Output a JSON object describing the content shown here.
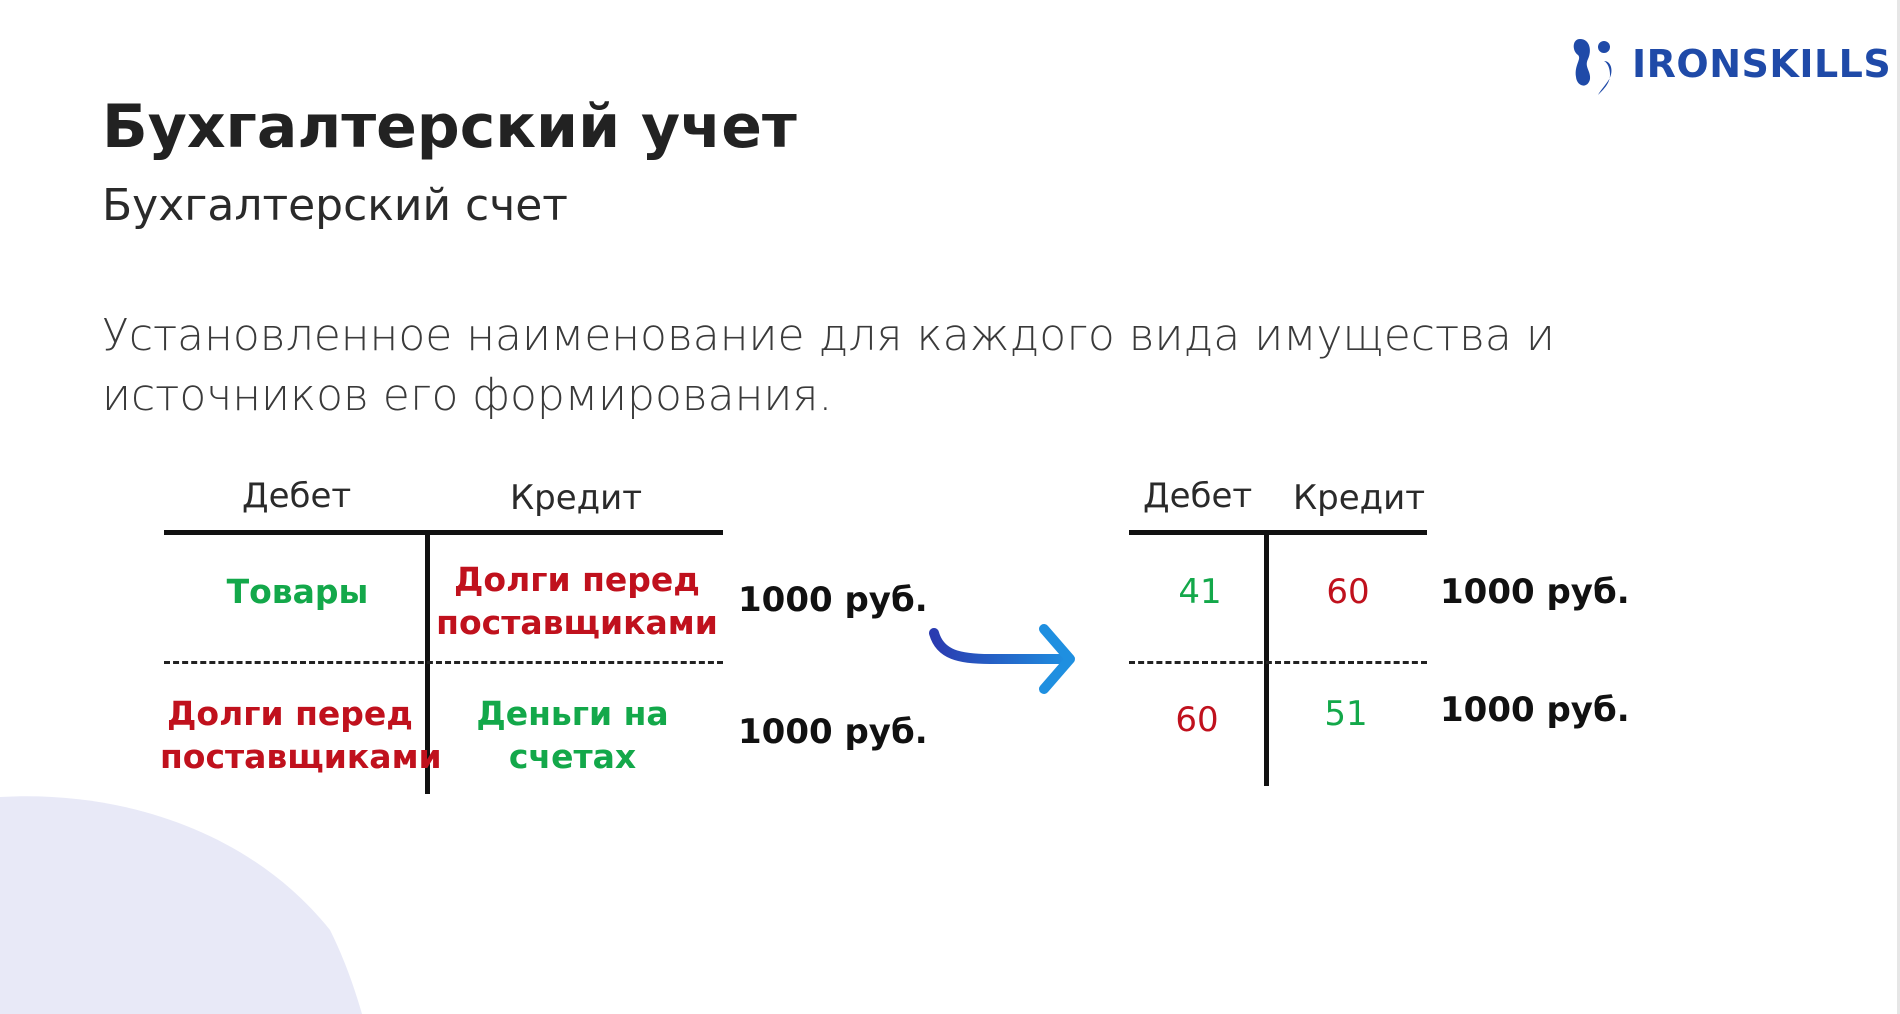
{
  "colors": {
    "accent": "#1f4aa8",
    "debit_green": "#13a84a",
    "credit_red": "#c0111d",
    "blob": "#e8e9f7"
  },
  "logo": {
    "text": "IRONSKILLS",
    "icon": "ironskills-logo-icon"
  },
  "title": "Бухгалтерский учет",
  "subtitle": "Бухгалтерский счет",
  "definition": "Установленное наименование для каждого вида имущества и источников его формирования.",
  "left_account": {
    "debit_header": "Дебет",
    "credit_header": "Кредит",
    "row1": {
      "debit": "Товары",
      "credit_line1": "Долги перед",
      "credit_line2": "поставщиками",
      "amount": "1000 руб."
    },
    "row2": {
      "debit_line1": "Долги перед",
      "debit_line2": "поставщиками",
      "credit_line1": "Деньги на",
      "credit_line2": "счетах",
      "amount": "1000 руб."
    }
  },
  "arrow_icon": "curved-arrow-right-icon",
  "right_account": {
    "debit_header": "Дебет",
    "credit_header": "Кредит",
    "row1": {
      "debit": "41",
      "credit": "60",
      "amount": "1000 руб."
    },
    "row2": {
      "debit": "60",
      "credit": "51",
      "amount": "1000 руб."
    }
  }
}
